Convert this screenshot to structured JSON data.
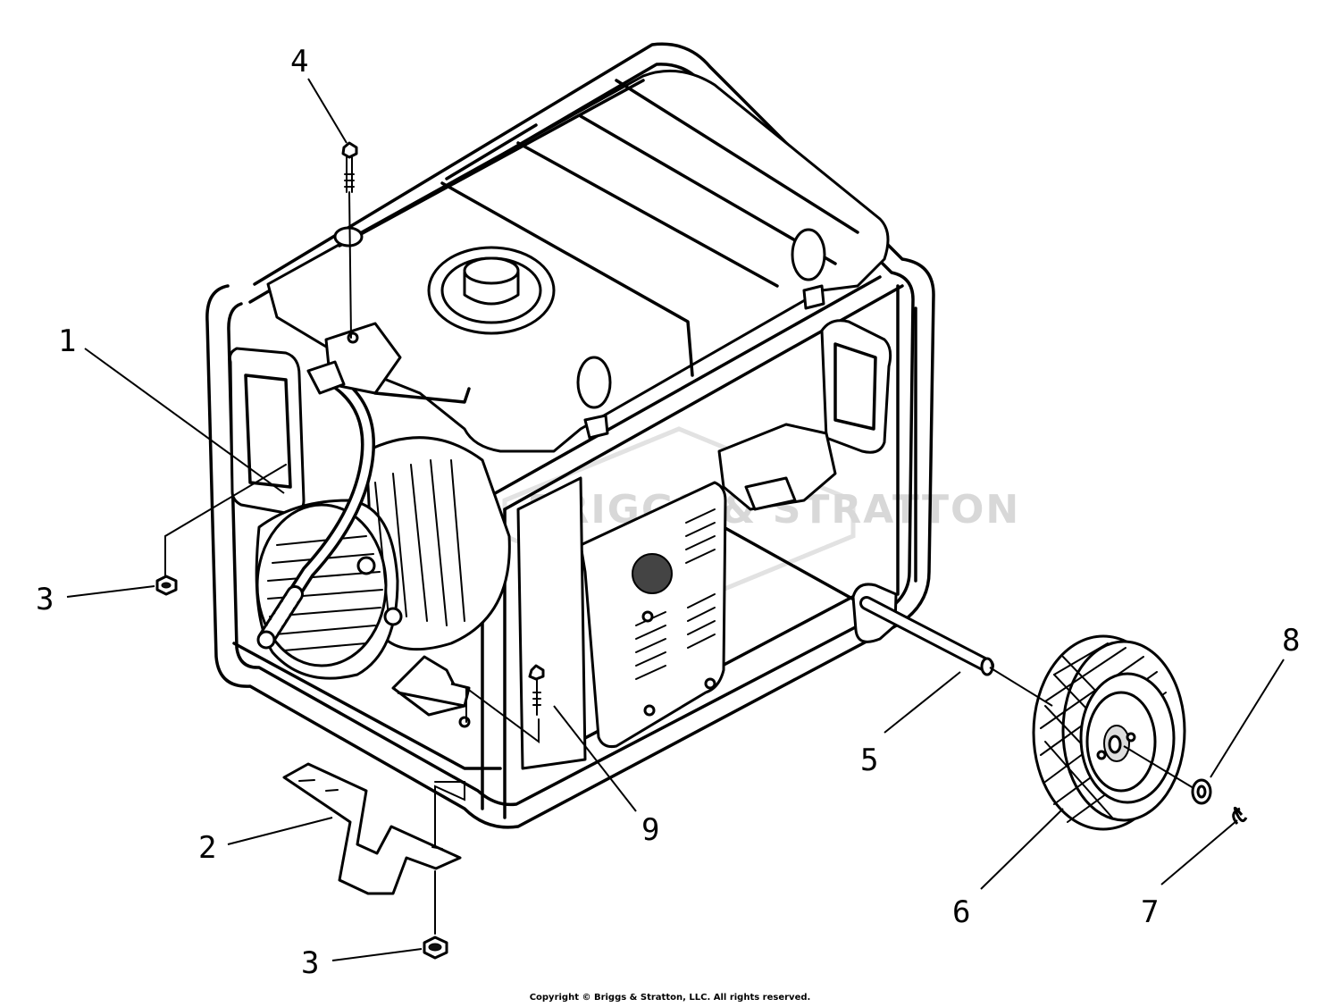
{
  "callouts": [
    {
      "id": "1",
      "label": "1"
    },
    {
      "id": "2",
      "label": "2"
    },
    {
      "id": "3a",
      "label": "3"
    },
    {
      "id": "3b",
      "label": "3"
    },
    {
      "id": "4",
      "label": "4"
    },
    {
      "id": "5",
      "label": "5"
    },
    {
      "id": "6",
      "label": "6"
    },
    {
      "id": "7",
      "label": "7"
    },
    {
      "id": "8",
      "label": "8"
    },
    {
      "id": "9",
      "label": "9"
    }
  ],
  "watermark": {
    "text": "BRIGGS & STRATTON"
  },
  "copyright": "Copyright © Briggs & Stratton, LLC. All rights reserved."
}
